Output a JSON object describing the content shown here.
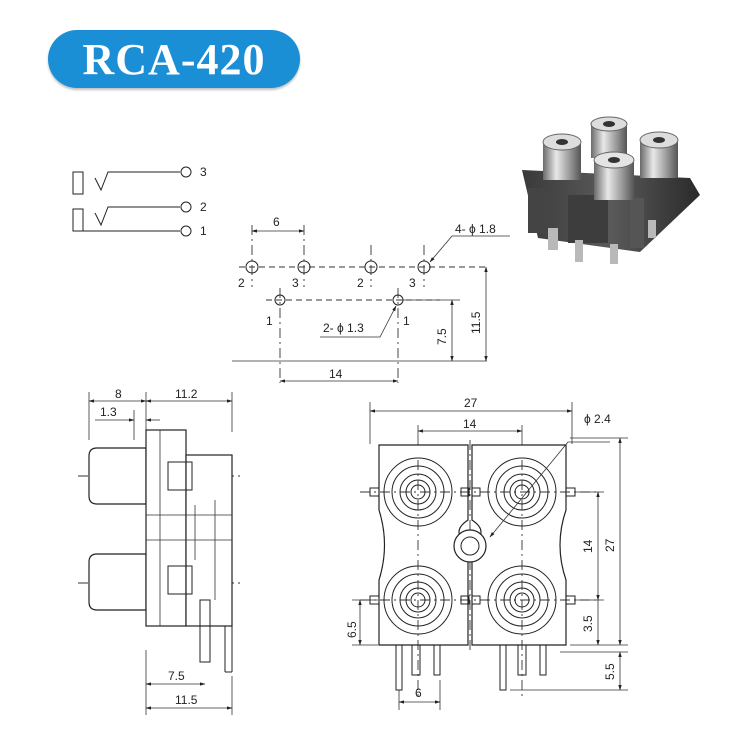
{
  "title": "RCA-420",
  "colors": {
    "badge": "#1b8fd6",
    "badge_text": "#ffffff",
    "line": "#222222"
  },
  "schematic": {
    "pins": [
      "3",
      "2",
      "1"
    ]
  },
  "footprint": {
    "pitch_top": "6",
    "hole_label_top": "4- ϕ 1.8",
    "hole_label_bottom": "2- ϕ 1.3",
    "width": "14",
    "height_small": "7.5",
    "height_large": "11.5",
    "pin_labels": [
      "2",
      "3",
      "2",
      "3",
      "1",
      "1"
    ]
  },
  "side_view": {
    "top_dims": [
      "8",
      "11.2",
      "1.3"
    ],
    "bottom_dims": [
      "7.5",
      "11.5"
    ]
  },
  "front_view": {
    "width": "27",
    "inner_width": "14",
    "center_hole": "ϕ 2.4",
    "height": "27",
    "pitch_v": "14",
    "left_offset": "6.5",
    "pin_offset": "3.5",
    "pin_len": "5.5",
    "pin_pitch": "6"
  },
  "photo": {
    "icon": "rca-jack-product-photo"
  }
}
